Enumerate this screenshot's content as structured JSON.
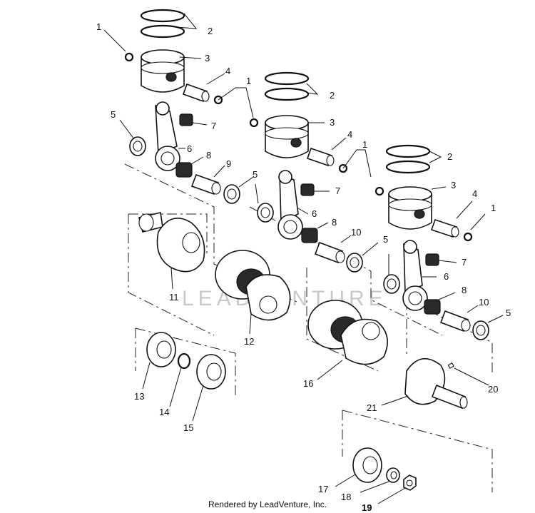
{
  "diagram": {
    "watermark": "LEADVENTURE",
    "credit": "Rendered by LeadVenture, Inc.",
    "callouts": [
      "1",
      "2",
      "3",
      "4",
      "5",
      "6",
      "7",
      "8",
      "9",
      "10",
      "11",
      "12",
      "13",
      "14",
      "15",
      "16",
      "17",
      "18",
      "19",
      "20",
      "21"
    ]
  }
}
